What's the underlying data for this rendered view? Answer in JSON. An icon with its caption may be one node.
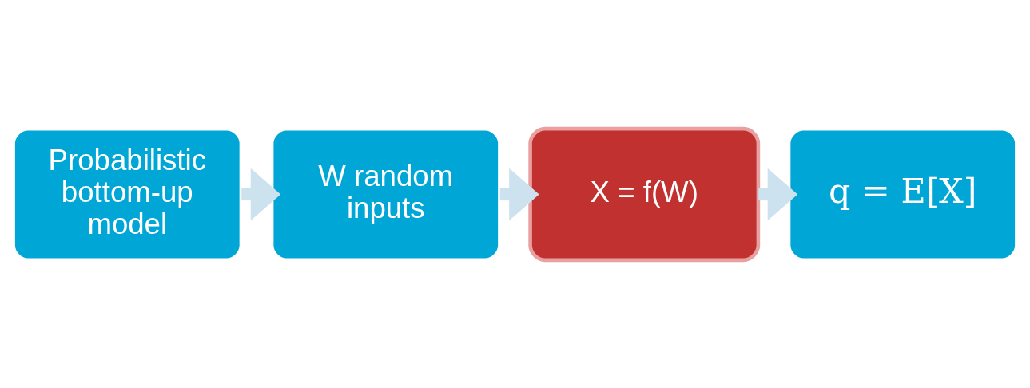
{
  "diagram": {
    "nodes": [
      {
        "text": [
          "Probabilistic bottom-up model"
        ]
      },
      {
        "text": [
          "W random inputs"
        ]
      },
      {
        "text": [
          "X = f(W)"
        ]
      },
      {
        "text": [
          "q = E[X]"
        ]
      }
    ],
    "edges": [
      {
        "from": 0,
        "to": 1,
        "arrow": "to"
      },
      {
        "from": 1,
        "to": 2,
        "arrow": "to"
      },
      {
        "from": 2,
        "to": 3,
        "arrow": "to"
      }
    ]
  }
}
